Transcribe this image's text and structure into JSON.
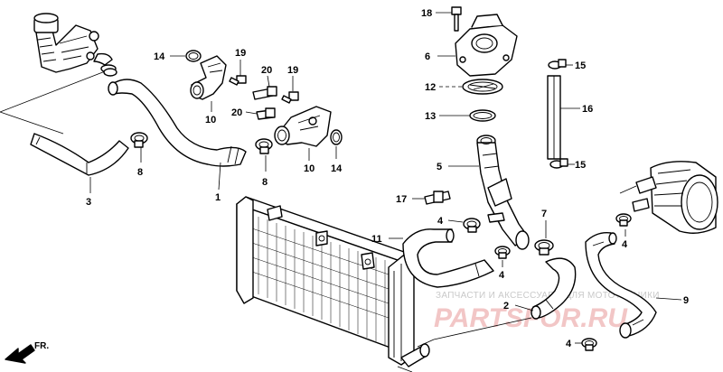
{
  "callouts": {
    "c1": "1",
    "c2": "2",
    "c3": "3",
    "c4a": "4",
    "c4b": "4",
    "c4c": "4",
    "c4d": "4",
    "c5": "5",
    "c6": "6",
    "c7": "7",
    "c8a": "8",
    "c8b": "8",
    "c9": "9",
    "c10a": "10",
    "c10b": "10",
    "c11": "11",
    "c12": "12",
    "c13": "13",
    "c14a": "14",
    "c14b": "14",
    "c15a": "15",
    "c15b": "15",
    "c16": "16",
    "c17": "17",
    "c18": "18",
    "c19a": "19",
    "c19b": "19",
    "c20a": "20",
    "c20b": "20"
  },
  "direction_label": "FR.",
  "watermark": {
    "tagline": "ЗАПЧАСТИ И АКСЕССУАРЫ ДЛЯ МОТОТЕХНИКИ",
    "brand": "PARTSFOR.RU"
  }
}
